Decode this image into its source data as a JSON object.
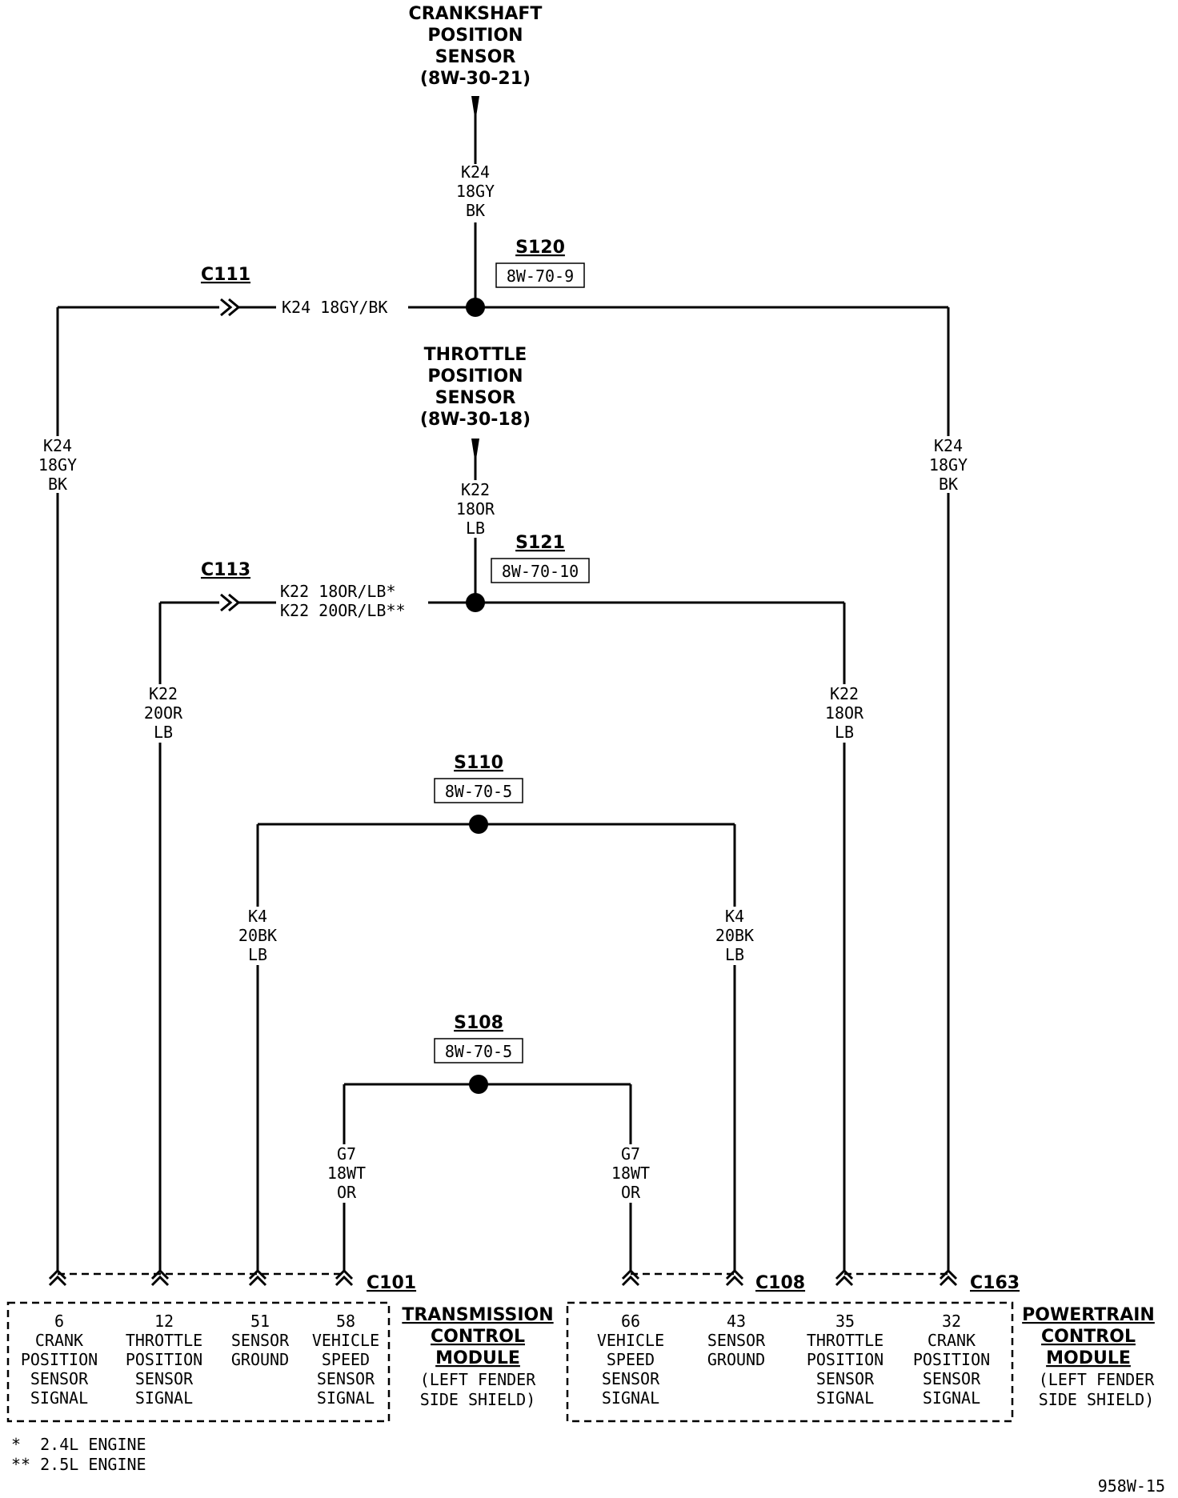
{
  "sensors": {
    "crankshaft": [
      "CRANKSHAFT",
      "POSITION",
      "SENSOR",
      "(8W-30-21)"
    ],
    "throttle": [
      "THROTTLE",
      "POSITION",
      "SENSOR",
      "(8W-30-18)"
    ]
  },
  "splices": {
    "s120": {
      "name": "S120",
      "ref": "8W-70-9"
    },
    "s121": {
      "name": "S121",
      "ref": "8W-70-10"
    },
    "s110": {
      "name": "S110",
      "ref": "8W-70-5"
    },
    "s108": {
      "name": "S108",
      "ref": "8W-70-5"
    }
  },
  "inline_connectors": {
    "c111": "C111",
    "c113": "C113"
  },
  "wires": {
    "k24_top": [
      "K24",
      "18GY",
      "BK"
    ],
    "k24_horizontal": "K24  18GY/BK",
    "k24_left": [
      "K24",
      "18GY",
      "BK"
    ],
    "k24_right": [
      "K24",
      "18GY",
      "BK"
    ],
    "k22_top": [
      "K22",
      "18OR",
      "LB"
    ],
    "k22_horizontal_1": "K22  18OR/LB*",
    "k22_horizontal_2": "K22  20OR/LB**",
    "k22_left": [
      "K22",
      "20OR",
      "LB"
    ],
    "k22_right": [
      "K22",
      "18OR",
      "LB"
    ],
    "k4_left": [
      "K4",
      "20BK",
      "LB"
    ],
    "k4_right": [
      "K4",
      "20BK",
      "LB"
    ],
    "g7_left": [
      "G7",
      "18WT",
      "OR"
    ],
    "g7_right": [
      "G7",
      "18WT",
      "OR"
    ]
  },
  "connectors": {
    "c101": "C101",
    "c108": "C108",
    "c163": "C163"
  },
  "tcm": {
    "title": [
      "TRANSMISSION",
      "CONTROL",
      "MODULE"
    ],
    "location": [
      "(LEFT FENDER",
      "SIDE SHIELD)"
    ],
    "pins": [
      {
        "num": "6",
        "label": [
          "CRANK",
          "POSITION",
          "SENSOR",
          "SIGNAL"
        ]
      },
      {
        "num": "12",
        "label": [
          "THROTTLE",
          "POSITION",
          "SENSOR",
          "SIGNAL"
        ]
      },
      {
        "num": "51",
        "label": [
          "SENSOR",
          "GROUND"
        ]
      },
      {
        "num": "58",
        "label": [
          "VEHICLE",
          "SPEED",
          "SENSOR",
          "SIGNAL"
        ]
      }
    ]
  },
  "pcm": {
    "title": [
      "POWERTRAIN",
      "CONTROL",
      "MODULE"
    ],
    "location": [
      "(LEFT FENDER",
      "SIDE SHIELD)"
    ],
    "pins": [
      {
        "num": "66",
        "label": [
          "VEHICLE",
          "SPEED",
          "SENSOR",
          "SIGNAL"
        ]
      },
      {
        "num": "43",
        "label": [
          "SENSOR",
          "GROUND"
        ]
      },
      {
        "num": "35",
        "label": [
          "THROTTLE",
          "POSITION",
          "SENSOR",
          "SIGNAL"
        ]
      },
      {
        "num": "32",
        "label": [
          "CRANK",
          "POSITION",
          "SENSOR",
          "SIGNAL"
        ]
      }
    ]
  },
  "footnotes": [
    "*  2.4L ENGINE",
    "** 2.5L ENGINE"
  ],
  "figure_id": "958W-15"
}
